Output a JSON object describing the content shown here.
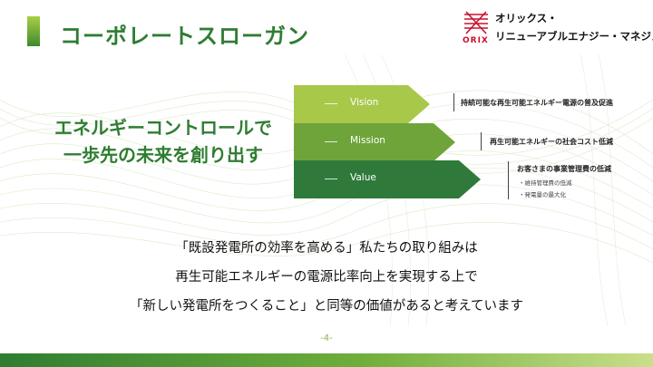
{
  "title": "コーポレートスローガン",
  "logo": {
    "brand": "ORIX",
    "line1": "オリックス・",
    "line2": "リニューアブルエナジー・マネジメント"
  },
  "headline": {
    "line1": "エネルギーコントロールで",
    "line2": "一歩先の未来を創り出す"
  },
  "pillars": [
    {
      "label": "Vision",
      "color": "#a8c84a",
      "description": "持続可能な再生可能エネルギー電源の普及促進",
      "sub": []
    },
    {
      "label": "Mission",
      "color": "#6fa43a",
      "description": "再生可能エネルギーの社会コスト低減",
      "sub": []
    },
    {
      "label": "Value",
      "color": "#2f7a3a",
      "description": "お客さまの事業管理費の低減",
      "sub": [
        "・維持管理費の低減",
        "・発電量の最大化"
      ]
    }
  ],
  "body": {
    "line1": "「既設発電所の効率を高める」私たちの取り組みは",
    "line2": "再生可能エネルギーの電源比率向上を実現する上で",
    "line3": "「新しい発電所をつくること」と同等の価値があると考えています"
  },
  "page_number": "-4-"
}
